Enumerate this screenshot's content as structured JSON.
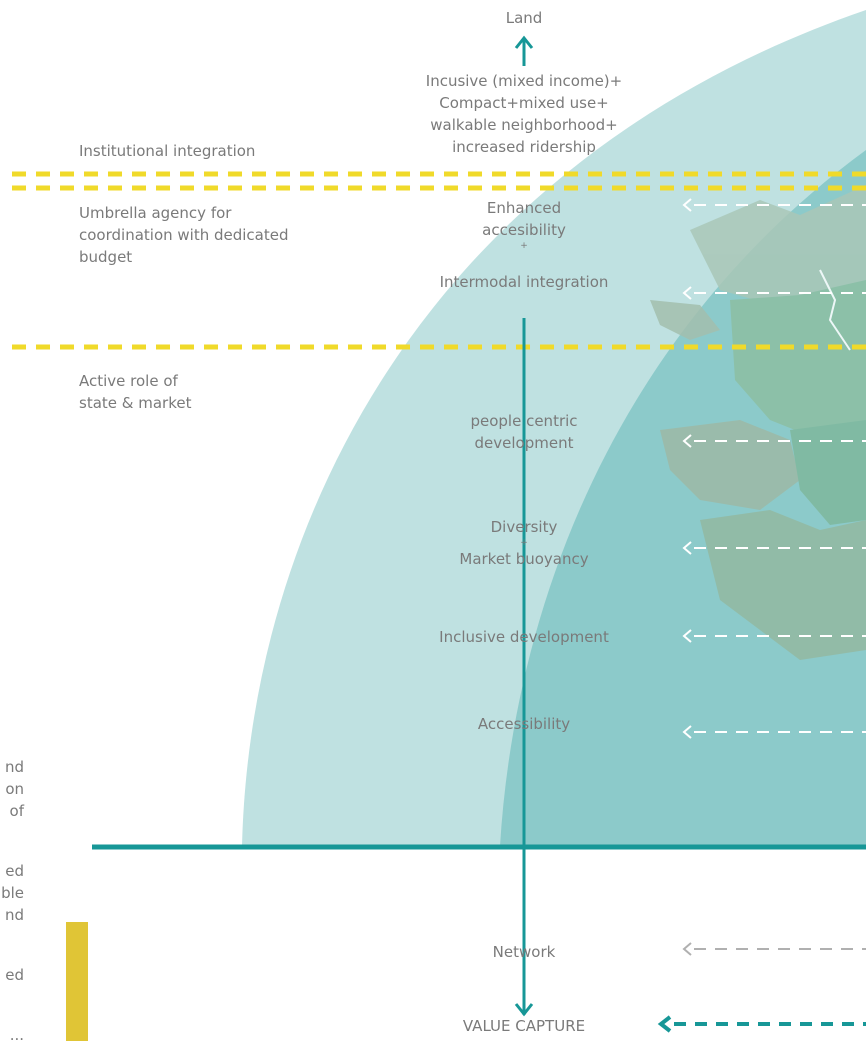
{
  "colors": {
    "outer_arc": "#bfe1e1",
    "inner_arc": "#8ccaca",
    "teal_line": "#179797",
    "yellow_dash": "#f0da2a",
    "gray_dash": "#b0b0b0",
    "white_dash": "#ffffff",
    "map_fill": "#9bbf9f"
  },
  "axis": {
    "top_label": "Land",
    "bottom_label": "VALUE CAPTURE"
  },
  "center_labels": {
    "top_block": [
      "Incusive (mixed income)+",
      "Compact+mixed use+",
      "walkable neighborhood+",
      "increased ridership"
    ],
    "enhanced": [
      "Enhanced",
      "accesibility"
    ],
    "plus": "+",
    "intermodal": "Intermodal integration",
    "people": [
      "people centric",
      "development"
    ],
    "diversity": "Diversity",
    "market": "Market buoyancy",
    "inclusive": "Inclusive development",
    "accessibility": "Accessibility",
    "network": "Network"
  },
  "side_labels": {
    "institutional": "Institutional integration",
    "umbrella": [
      "Umbrella agency for",
      "coordination  with dedicated",
      "budget"
    ],
    "active_role": [
      "Active role of",
      "state & market"
    ]
  },
  "cut_text": [
    "nd",
    "on",
    "of",
    "ed",
    "ble",
    "nd",
    "ed",
    "..."
  ]
}
